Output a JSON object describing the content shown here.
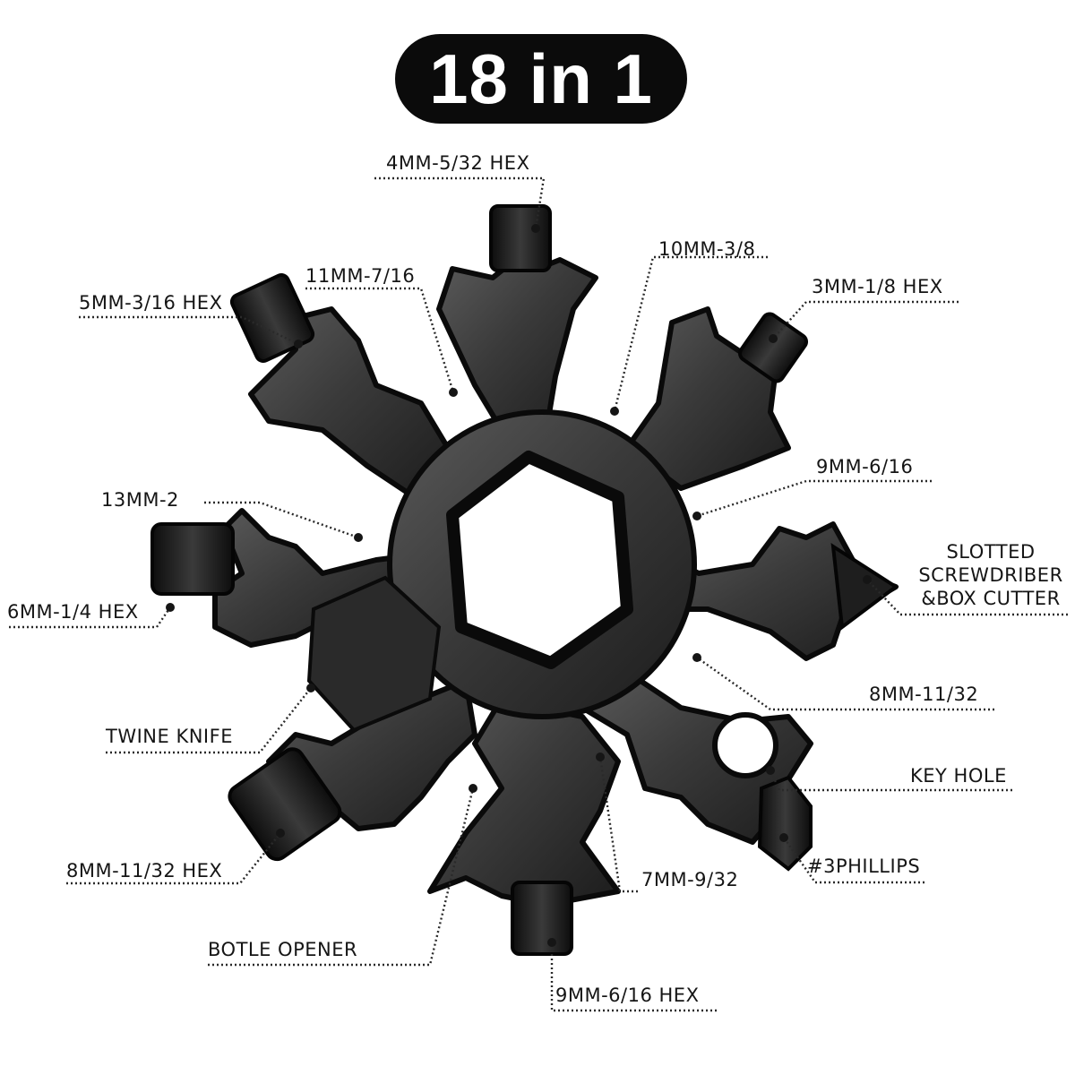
{
  "title": "18 in 1",
  "colors": {
    "metal_dark": "#121212",
    "metal_mid": "#2e2e2e",
    "metal_light": "#595959",
    "leader": "#2a2a2a"
  },
  "labels": {
    "hex_4mm": "4MM-5/32 HEX",
    "wrench_10mm": "10MM-3/8",
    "wrench_11mm": "11MM-7/16",
    "hex_5mm": "5MM-3/16 HEX",
    "hex_3mm": "3MM-1/8 HEX",
    "wrench_9mm": "9MM-6/16",
    "wrench_13mm": "13MM-2",
    "slotted_line1": "SLOTTED",
    "slotted_line2": "SCREWDRIBER",
    "slotted_line3": "&BOX CUTTER",
    "hex_6mm": "6MM-1/4 HEX",
    "wrench_8mm": "8MM-11/32",
    "twine_knife": "TWINE KNIFE",
    "key_hole": "KEY HOLE",
    "hex_8mm": "8MM-11/32 HEX",
    "phillips": "#3PHILLIPS",
    "wrench_7mm": "7MM-9/32",
    "bottle_opener": "BOTLE OPENER",
    "hex_9mm": "9MM-6/16 HEX"
  }
}
